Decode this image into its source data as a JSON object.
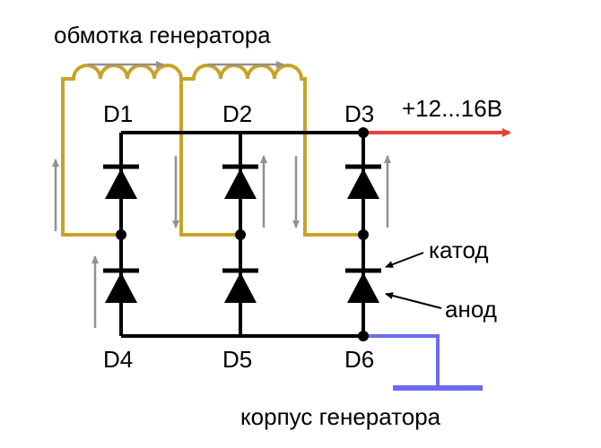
{
  "labels": {
    "winding": "обмотка генератора",
    "output": "+12...16В",
    "cathode": "катод",
    "anode": "анод",
    "housing": "корпус генератора"
  },
  "diodes": {
    "d1": "D1",
    "d2": "D2",
    "d3": "D3",
    "d4": "D4",
    "d5": "D5",
    "d6": "D6"
  },
  "colors": {
    "wire": "#000000",
    "winding": "#c9a227",
    "output": "#e8413a",
    "ground": "#6b6cf0",
    "current_arrow": "#909090"
  }
}
